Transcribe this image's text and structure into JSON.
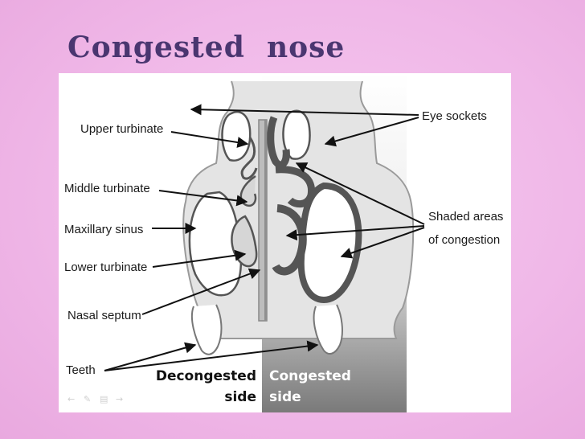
{
  "slide": {
    "title": "Congested  nose"
  },
  "diagram": {
    "labels": {
      "upper_turbinate": "Upper turbinate",
      "middle_turbinate": "Middle turbinate",
      "maxillary_sinus": "Maxillary sinus",
      "lower_turbinate": "Lower turbinate",
      "nasal_septum": "Nasal septum",
      "teeth": "Teeth",
      "eye_sockets": "Eye sockets",
      "shaded_line1": "Shaded areas",
      "shaded_line2": "of congestion",
      "decongested_line1": "Decongested",
      "decongested_line2": "side",
      "congested_line1": "Congested",
      "congested_line2": "side"
    },
    "colors": {
      "congestion": "#5a5a5a",
      "bone": "#c8c8c8",
      "congested_panel": "#8a8a8a"
    }
  },
  "controls": {
    "icons": [
      "prev-icon",
      "pen-icon",
      "menu-icon",
      "next-icon"
    ]
  }
}
